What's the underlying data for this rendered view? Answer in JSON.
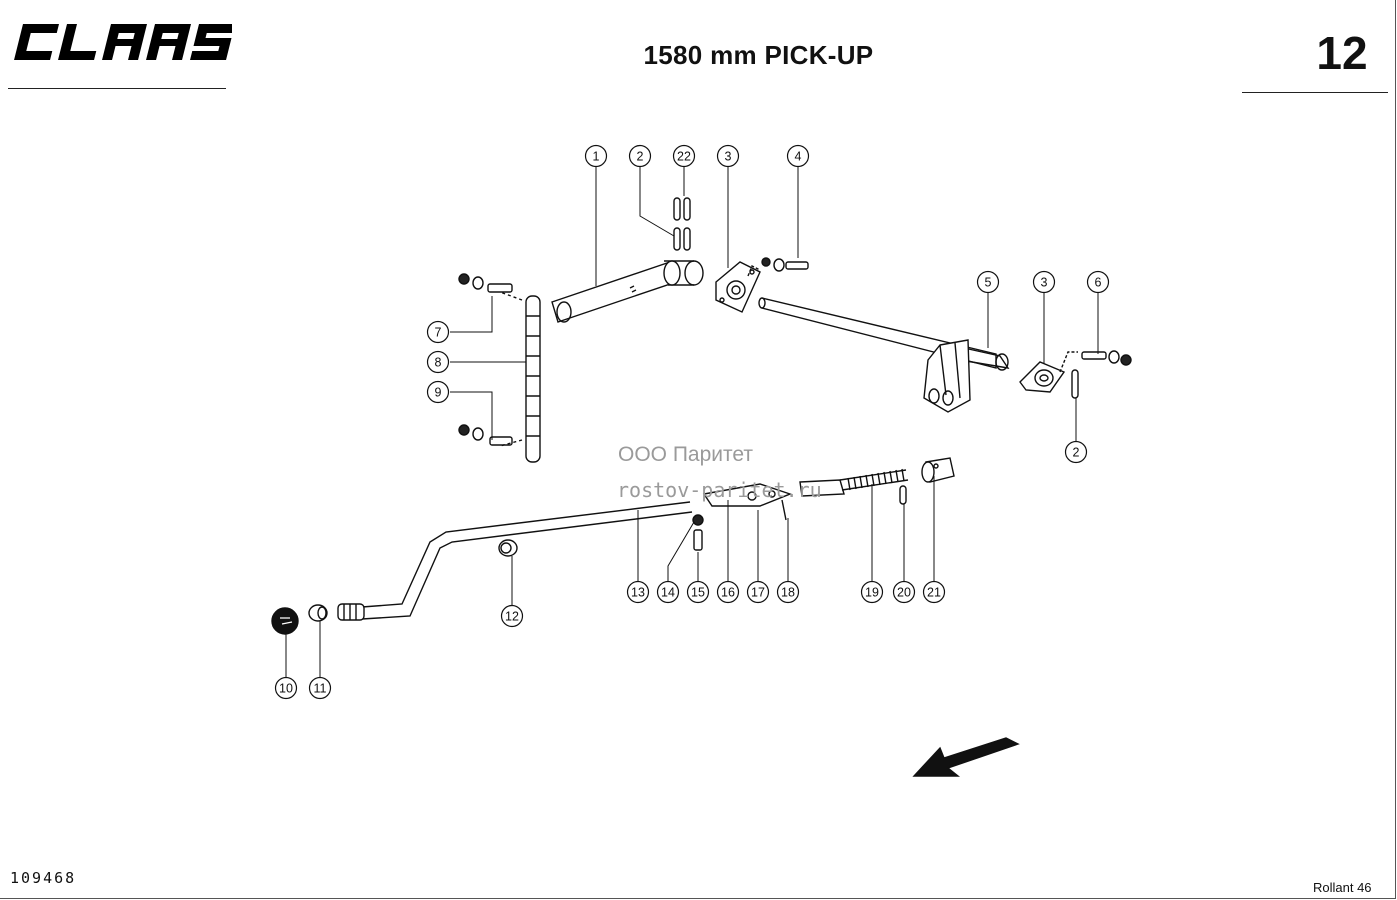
{
  "header": {
    "brand": "CLAAS",
    "title": "1580 mm PICK-UP",
    "page_number": "12"
  },
  "footer": {
    "drawing_number": "109468",
    "model": "Rollant 46"
  },
  "watermark": {
    "company": "ООО Паритет",
    "site": "rostov-paritet.ru"
  },
  "callouts": [
    "1",
    "2",
    "22",
    "3",
    "4",
    "5",
    "3",
    "6",
    "7",
    "8",
    "9",
    "2",
    "13",
    "14",
    "15",
    "16",
    "17",
    "18",
    "19",
    "20",
    "21",
    "12",
    "10",
    "11"
  ]
}
